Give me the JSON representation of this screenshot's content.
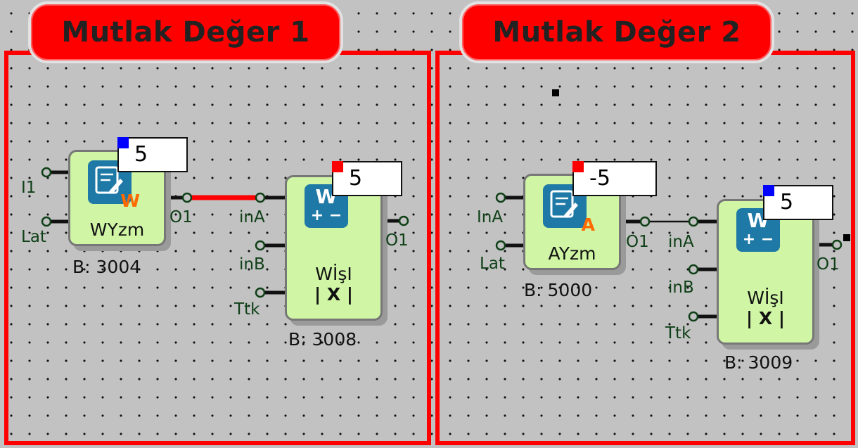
{
  "colors": {
    "frame": "#ff0000",
    "block_fill": "#cff5a5",
    "icon_fill": "#1f79a6",
    "icon_letter": "#ff6a00",
    "flag_blue": "#0000ff",
    "flag_red": "#ff0000"
  },
  "panel1": {
    "title": "Mutlak Değer 1",
    "block_a": {
      "name": "WYzm",
      "icon": "write-word-icon",
      "icon_letter": "W",
      "address": "B: 3004",
      "value": "5",
      "inputs": [
        "I1",
        "Lat"
      ],
      "output": "O1"
    },
    "block_b": {
      "name_line1": "WİşI",
      "name_line2": "| X |",
      "icon": "word-math-icon",
      "icon_text_top": "W",
      "icon_text_bottom": "+ −",
      "address": "B: 3008",
      "value": "5",
      "inputs": [
        "inA",
        "inB",
        "Ttk"
      ],
      "output": "O1"
    }
  },
  "panel2": {
    "title": "Mutlak Değer 2",
    "block_a": {
      "name": "AYzm",
      "icon": "write-analog-icon",
      "icon_letter": "A",
      "address": "B: 5000",
      "value": "-5",
      "inputs": [
        "InA",
        "Lat"
      ],
      "output": "O1"
    },
    "block_b": {
      "name_line1": "WİşI",
      "name_line2": "| X |",
      "icon": "word-math-icon",
      "icon_text_top": "W",
      "icon_text_bottom": "+ −",
      "address": "B: 3009",
      "value": "5",
      "inputs": [
        "inA",
        "inB",
        "Ttk"
      ],
      "output": "O1"
    }
  }
}
